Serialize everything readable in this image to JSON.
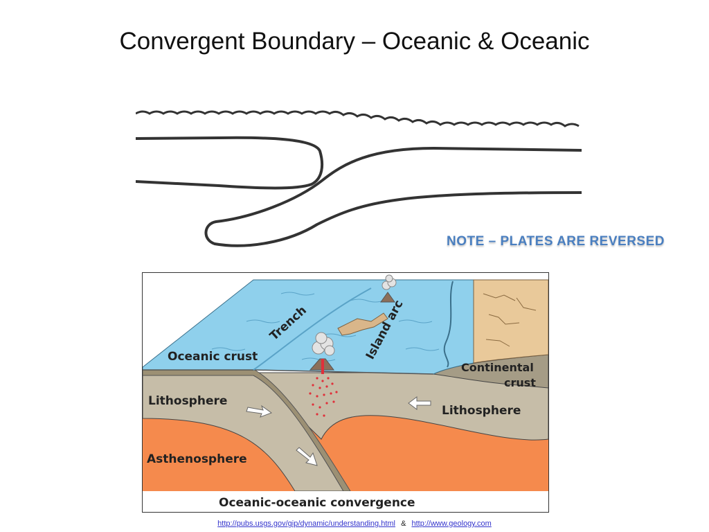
{
  "slide": {
    "title": "Convergent Boundary – Oceanic & Oceanic"
  },
  "note": {
    "text": "NOTE – PLATES ARE REVERSED",
    "color": "#4a7fc0"
  },
  "diagram": {
    "labels": {
      "trench": "Trench",
      "island_arc": "Island arc",
      "oceanic_crust": "Oceanic crust",
      "continental_crust_line1": "Continental",
      "continental_crust_line2": "crust",
      "lithosphere_left": "Lithosphere",
      "lithosphere_right": "Lithosphere",
      "asthenosphere": "Asthenosphere",
      "caption": "Oceanic-oceanic convergence"
    },
    "colors": {
      "ocean": "#8fd0ec",
      "lithosphere": "#c6bda8",
      "asthenosphere": "#f58a4d",
      "continent": "#e9c99a",
      "magma": "#e0303a"
    }
  },
  "sources": {
    "link1": "http://pubs.usgs.gov/gip/dynamic/understanding.html",
    "separator": "&",
    "link2": "http://www.geology.com"
  }
}
